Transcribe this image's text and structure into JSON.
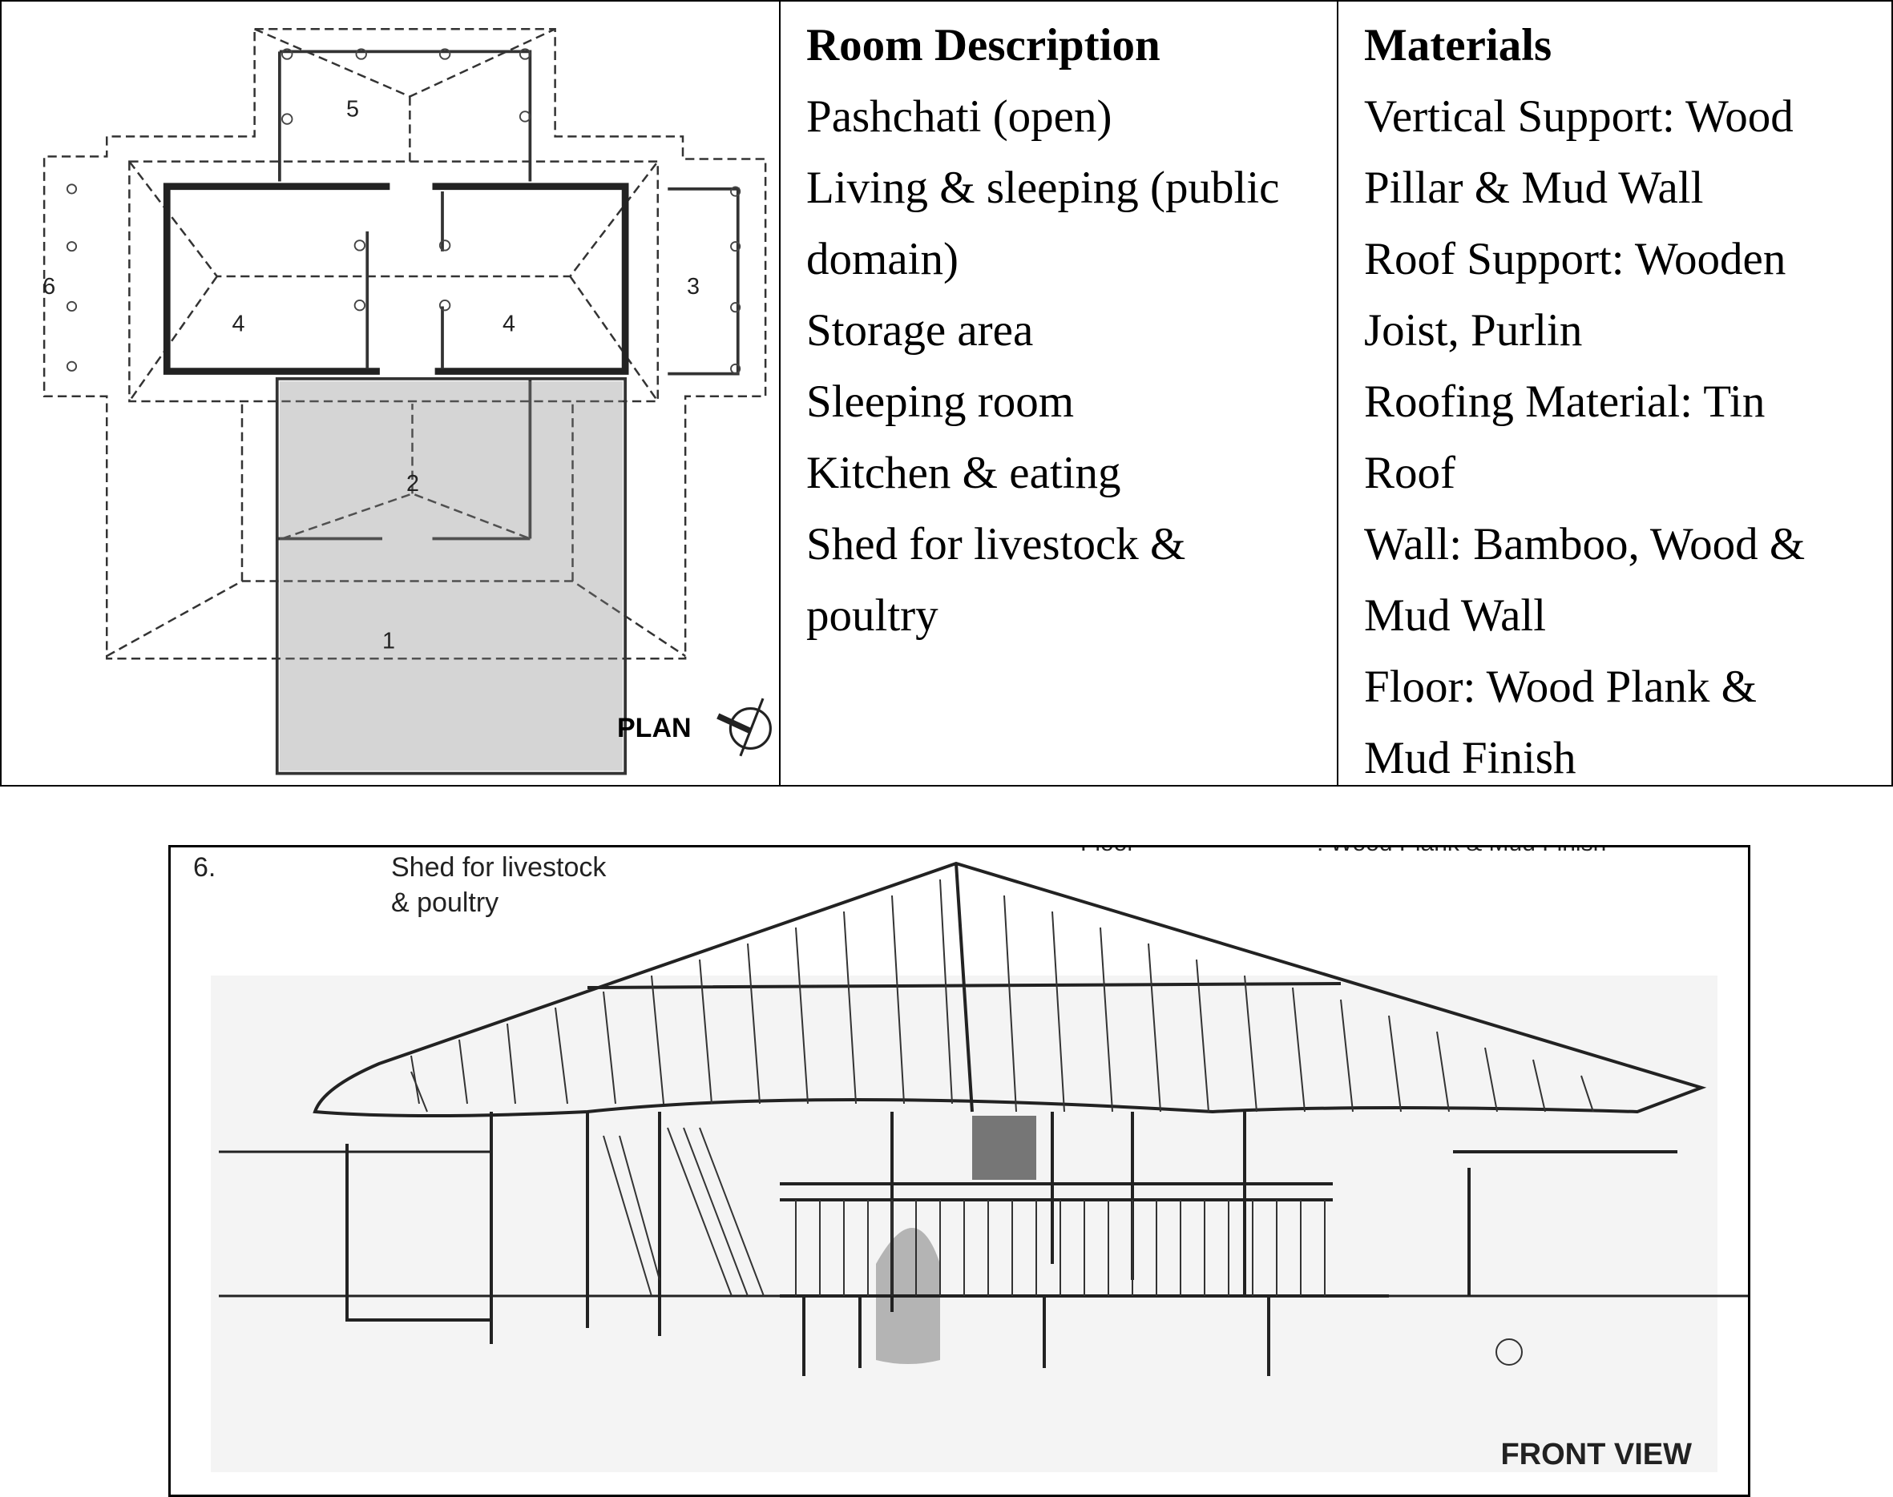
{
  "table": {
    "plan_label": "PLAN",
    "room_numbers": [
      "1",
      "2",
      "3",
      "4",
      "4",
      "5",
      "6"
    ],
    "room_description": {
      "header": "Room Description",
      "lines": [
        "Pashchati (open)",
        "Living & sleeping (public",
        "domain)",
        "Storage area",
        "Sleeping room",
        "Kitchen & eating",
        "Shed for livestock &",
        "poultry"
      ]
    },
    "materials": {
      "header": "Materials",
      "lines": [
        "Vertical Support: Wood",
        "Pillar & Mud Wall",
        "Roof Support: Wooden",
        "Joist, Purlin",
        "Roofing Material: Tin",
        "Roof",
        "Wall: Bamboo, Wood &",
        "Mud Wall",
        "Floor: Wood Plank &",
        "Mud Finish"
      ]
    }
  },
  "front_view": {
    "number": "6.",
    "shed_line1": "Shed for livestock",
    "shed_line2": "& poultry",
    "cut_left": "Floor",
    "cut_right": ": Wood Plank & Mud Finish",
    "label": "FRONT VIEW"
  }
}
